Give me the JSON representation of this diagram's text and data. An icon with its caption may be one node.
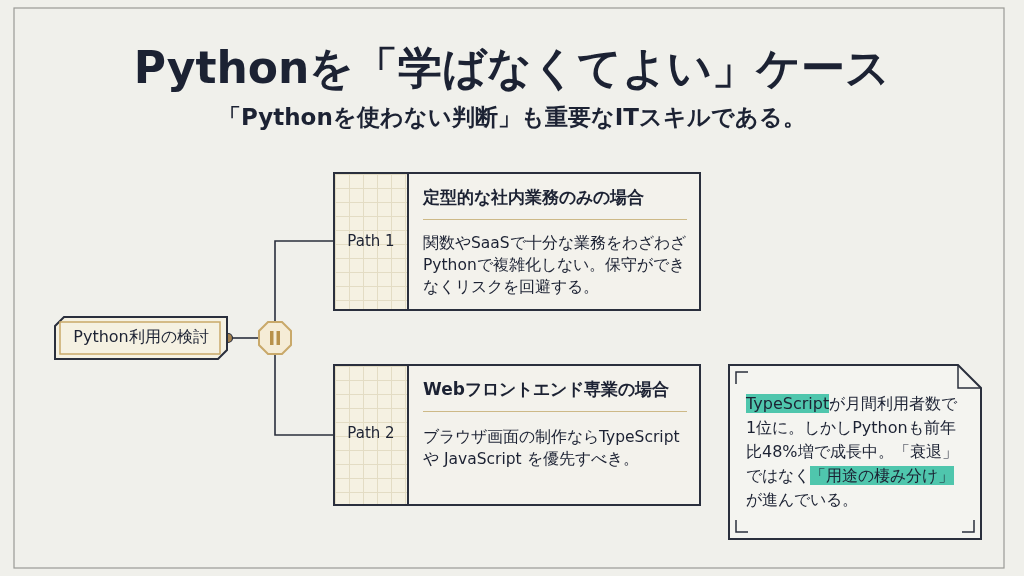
{
  "diagram": {
    "title": "Pythonを「学ばなくてよい」ケース",
    "nodes": [
      {
        "text": [
          "Python利用の検討"
        ]
      },
      {
        "text": [],
        "shape": "octagon"
      },
      {
        "text": [
          "Path 1",
          "定型的な社内業務のみの場合",
          "関数やSaaSで十分な業務をわざわざPythonで複雑化しない。保守ができなくリスクを回避する。"
        ]
      },
      {
        "text": [
          "Path 2",
          "Webフロントエンド専業の場合",
          "ブラウザ画面の制作ならTypeScript や JavaScript を優先すべき。"
        ]
      },
      {
        "text": [
          "**TypeScript**が月間利用者数で1位に。しかしPythonも前年比48%増で成長中。「衰退」ではなく**「用途の棲み分け」**が進んでいる。"
        ]
      }
    ],
    "edges": [
      {
        "from": 0,
        "to": 1,
        "arrow": "other"
      },
      {
        "from": 1,
        "to": 2,
        "arrow": "none"
      },
      {
        "from": 1,
        "to": 3,
        "arrow": "none"
      }
    ],
    "labels": [
      "「Pythonを使わない判断」も重要なITスキルである。"
    ]
  }
}
